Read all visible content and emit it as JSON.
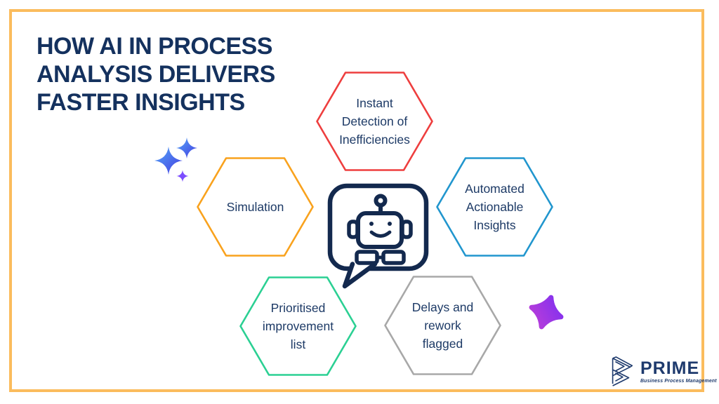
{
  "page": {
    "background_color": "#ffffff",
    "frame_border_color": "#fbbc5d"
  },
  "title": {
    "line1": "HOW AI IN PROCESS",
    "line2": "ANALYSIS DELIVERS",
    "line3": "FASTER INSIGHTS",
    "color": "#14315e"
  },
  "hexagons": [
    {
      "id": "instant-detection",
      "label": "Instant Detection of Inefficiencies",
      "color": "#ee3e3e"
    },
    {
      "id": "simulation",
      "label": "Simulation",
      "color": "#f9a21d"
    },
    {
      "id": "automated-insights",
      "label": "Automated Actionable Insights",
      "color": "#2196ce"
    },
    {
      "id": "prioritised-list",
      "label": "Prioritised improvement list",
      "color": "#2bd093"
    },
    {
      "id": "delays-rework",
      "label": "Delays and rework flagged",
      "color": "#a8a8a8"
    }
  ],
  "label_color": "#1d3a66",
  "center_icon": {
    "name": "chatbot-speech-bubble-icon",
    "color": "#13294e"
  },
  "decorations": {
    "sparkles_icon": "blue-sparkle-stars",
    "sparkle_gradient_start": "#55aaf8",
    "sparkle_gradient_end": "#4338e0",
    "small_sparkle_color": "#7c4dff",
    "blob_icon": "purple-star-blob",
    "blob_gradient_start": "#7b2ff2",
    "blob_gradient_end": "#c13fd6"
  },
  "logo": {
    "name": "PRIME",
    "tagline": "Business Process Management",
    "color": "#1e3a6d"
  }
}
